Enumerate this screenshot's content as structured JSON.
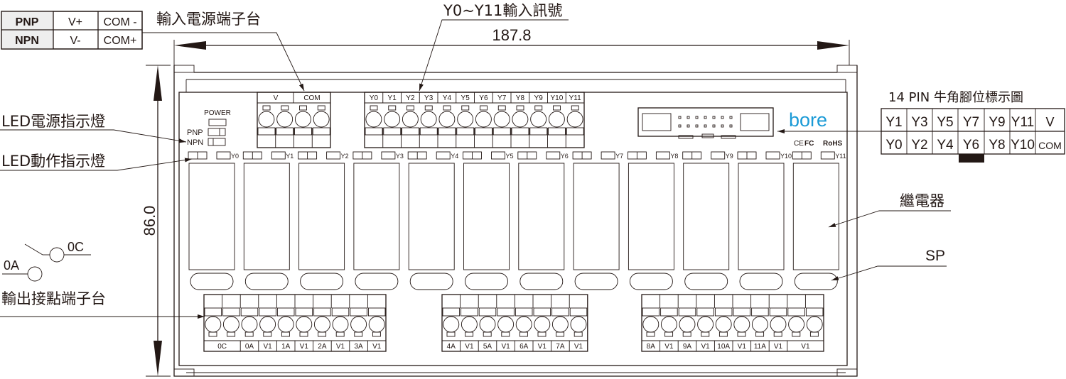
{
  "polarity_table": {
    "rows": [
      {
        "type": "PNP",
        "v": "V+",
        "com": "COM -"
      },
      {
        "type": "NPN",
        "v": "V-",
        "com": "COM+"
      }
    ]
  },
  "callouts": {
    "input_power_terminal": "輸入電源端子台",
    "input_signal": "Y0~Y11輸入訊號",
    "led_power": "LED電源指示燈",
    "led_action": "LED動作指示燈",
    "output_terminal": "輸出接點端子台",
    "relay": "繼電器",
    "sp": "SP",
    "pin_header_title": "14 PIN 牛角腳位標示圖"
  },
  "dimensions": {
    "width": "187.8",
    "height": "86.0"
  },
  "switch_symbol": {
    "common": "0C",
    "contact": "0A"
  },
  "board": {
    "power_label": "POWER",
    "pnp_label": "PNP",
    "npn_label": "NPN",
    "power_terminal_labels": [
      "V",
      "COM"
    ],
    "input_labels": [
      "Y0",
      "Y1",
      "Y2",
      "Y3",
      "Y4",
      "Y5",
      "Y6",
      "Y7",
      "Y8",
      "Y9",
      "Y10",
      "Y11"
    ],
    "led_labels": [
      "Y0",
      "Y1",
      "Y2",
      "Y3",
      "Y4",
      "Y5",
      "Y6",
      "Y7",
      "Y8",
      "Y9",
      "Y10",
      "Y11"
    ],
    "output_block_1": [
      "0C",
      "0A",
      "V1",
      "1A",
      "V1",
      "2A",
      "V1",
      "3A",
      "V1"
    ],
    "output_block_2": [
      "4A",
      "V1",
      "5A",
      "V1",
      "6A",
      "V1",
      "7A",
      "V1"
    ],
    "output_block_3": [
      "8A",
      "V1",
      "9A",
      "V1",
      "10A",
      "V1",
      "11A",
      "V1",
      "V1"
    ],
    "brand": "bore",
    "cert_ce": "CE",
    "cert_fc": "FC",
    "cert_rohs": "RoHS"
  },
  "pin_table": {
    "top": [
      "Y1",
      "Y3",
      "Y5",
      "Y7",
      "Y9",
      "Y11",
      "V"
    ],
    "bottom": [
      "Y0",
      "Y2",
      "Y4",
      "Y6",
      "Y8",
      "Y10",
      "COM"
    ]
  },
  "colors": {
    "brand": "#1a9ad6",
    "line": "#231815"
  }
}
